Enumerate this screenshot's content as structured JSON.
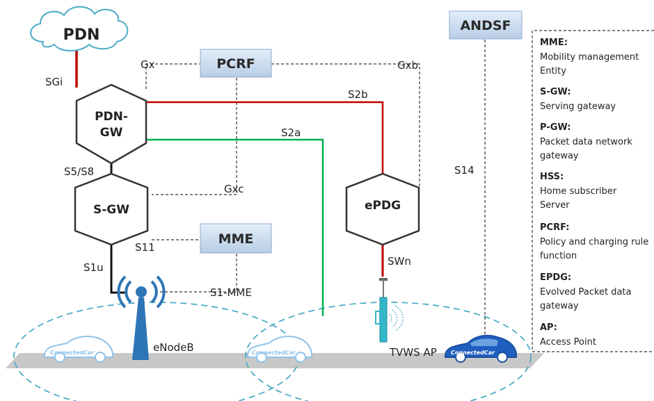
{
  "nodes": {
    "pdn": "PDN",
    "pcrf": "PCRF",
    "andsf": "ANDSF",
    "mme": "MME",
    "pdn_gw": [
      "PDN-",
      "GW"
    ],
    "s_gw": "S-GW",
    "epdg": "ePDG",
    "enodeb": "eNodeB",
    "tvws_ap": "TVWS AP"
  },
  "interfaces": {
    "sgi": "SGi",
    "gx": "Gx",
    "gxb": "Gxb",
    "s2b": "S2b",
    "s2a": "S2a",
    "s5s8": "S5/S8",
    "gxc": "Gxc",
    "s14": "S14",
    "s11": "S11",
    "s1u": "S1u",
    "s1mme": "S1-MME",
    "swn": "SWn"
  },
  "car_logo": {
    "text_a": "Connected",
    "text_b": "Car"
  },
  "legend": [
    {
      "key": "MME:",
      "lines": [
        "Mobility management",
        "Entity"
      ]
    },
    {
      "key": "S-GW:",
      "lines": [
        "Serving gateway"
      ]
    },
    {
      "key": "P-GW:",
      "lines": [
        "Packet data network",
        "gateway"
      ]
    },
    {
      "key": "HSS:",
      "lines": [
        "Home subscriber",
        "Server"
      ]
    },
    {
      "key": "PCRF:",
      "lines": [
        "Policy and charging rule",
        "function"
      ]
    },
    {
      "key": "EPDG:",
      "lines": [
        "Evolved Packet data",
        "gateway"
      ]
    },
    {
      "key": "AP:",
      "lines": [
        "Access Point"
      ]
    }
  ],
  "colors": {
    "red_link": "#c00000",
    "green_link": "#00b050",
    "coverage": "#4bacc6",
    "box_fill": "#c5d9f1",
    "hex_fill": "#ffffff",
    "ground": "#c8c8c8",
    "antenna": "#2e75b6",
    "car_light": "#8fc3ea",
    "car_dark": "#1f5fbf"
  }
}
